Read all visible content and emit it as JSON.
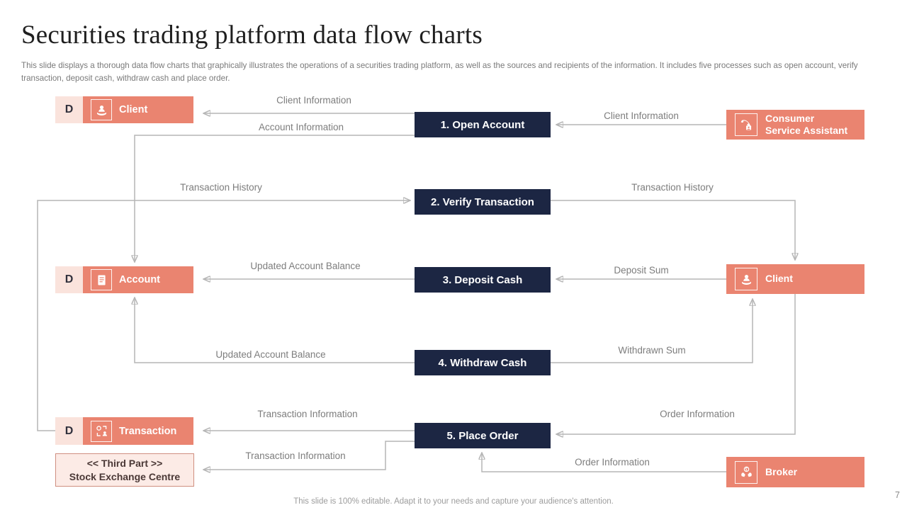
{
  "slide": {
    "title": "Securities trading platform data flow charts",
    "description": "This slide displays a thorough data flow charts that graphically illustrates the operations of a securities trading platform, as well as the sources and recipients of the information. It includes five processes such as open account, verify transaction, deposit cash, withdraw cash and place order.",
    "footer": "This slide is 100% editable. Adapt it to your needs and capture your audience's attention.",
    "page_number": "7"
  },
  "colors": {
    "salmon": "#EA8470",
    "navy": "#1C2643",
    "light_pink": "#FAE3DC",
    "third_party_fill": "#FCEBE6",
    "label_gray": "#7D7D7D",
    "arrow_gray": "#B5B5B5"
  },
  "stores": [
    {
      "prefix": "D",
      "label": "Client",
      "icon": "client-icon"
    },
    {
      "prefix": "D",
      "label": "Account",
      "icon": "account-icon"
    },
    {
      "prefix": "D",
      "label": "Transaction",
      "icon": "transaction-icon"
    }
  ],
  "third_party": {
    "line1": "<< Third Part >>",
    "line2": "Stock Exchange Centre"
  },
  "processes": [
    {
      "label": "1. Open Account"
    },
    {
      "label": "2. Verify Transaction"
    },
    {
      "label": "3. Deposit Cash"
    },
    {
      "label": "4. Withdraw Cash"
    },
    {
      "label": "5. Place Order"
    }
  ],
  "entities": [
    {
      "lines": [
        "Consumer",
        "Service Assistant"
      ],
      "icon": "phone-assistant-icon"
    },
    {
      "lines": [
        "Client"
      ],
      "icon": "client-icon"
    },
    {
      "lines": [
        "Broker"
      ],
      "icon": "broker-icon"
    }
  ],
  "flow_labels": {
    "client_information_left": "Client Information",
    "account_information": "Account Information",
    "client_information_right": "Client Information",
    "transaction_history_left": "Transaction History",
    "transaction_history_right": "Transaction History",
    "updated_account_balance_top": "Updated Account Balance",
    "deposit_sum": "Deposit Sum",
    "updated_account_balance_bottom": "Updated Account Balance",
    "withdrawn_sum": "Withdrawn Sum",
    "transaction_information_top": "Transaction Information",
    "order_information_right": "Order Information",
    "transaction_information_bottom": "Transaction Information",
    "order_information_bottom": "Order Information"
  }
}
